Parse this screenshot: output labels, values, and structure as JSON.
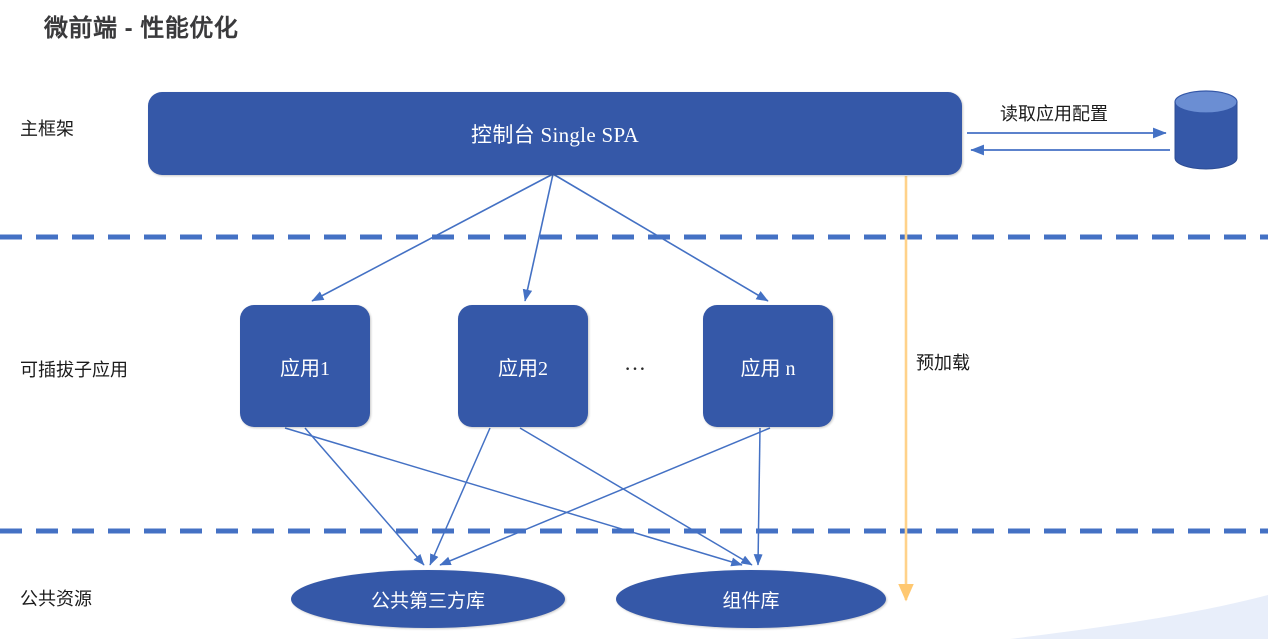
{
  "page": {
    "title": "微前端 - 性能优化",
    "accent_blue": "#3558a8",
    "line_blue": "#4471c4",
    "preload_orange": "#ffd28a",
    "swoosh_blue": "#e8eefa",
    "background": "#ffffff"
  },
  "rows": [
    {
      "id": "main-frame",
      "label": "主框架"
    },
    {
      "id": "sub-apps",
      "label": "可插拔子应用"
    },
    {
      "id": "resources",
      "label": "公共资源"
    }
  ],
  "main_frame": {
    "node_label": "控制台 Single SPA"
  },
  "sub_apps": {
    "boxes": [
      {
        "label": "应用1"
      },
      {
        "label": "应用2"
      },
      {
        "label": "应用 n"
      }
    ],
    "ellipsis": "…"
  },
  "resources": {
    "ellipses": [
      {
        "label": "公共第三方库"
      },
      {
        "label": "组件库"
      }
    ]
  },
  "annotations": {
    "read_config": "读取应用配置",
    "preload": "预加载"
  },
  "icons": {
    "database": "database-cylinder-icon",
    "swoosh": "decorative-swoosh"
  }
}
